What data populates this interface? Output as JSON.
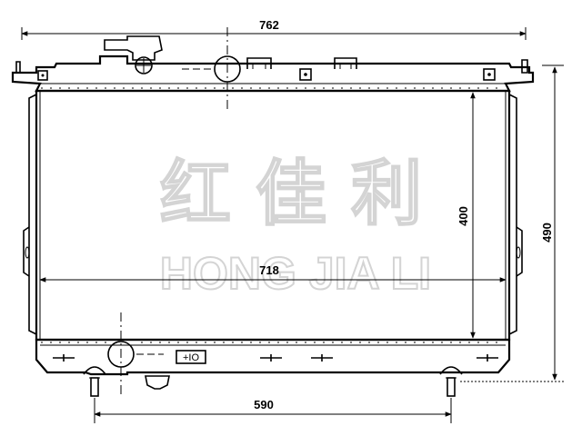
{
  "watermark": {
    "chinese": "红 佳 利",
    "english": "HONG JIA LI"
  },
  "dimensions": {
    "overall_width": "762",
    "core_width": "718",
    "core_height": "400",
    "overall_height": "490",
    "mount_spacing": "590"
  },
  "labels": {
    "drain_plug": "+IO"
  }
}
